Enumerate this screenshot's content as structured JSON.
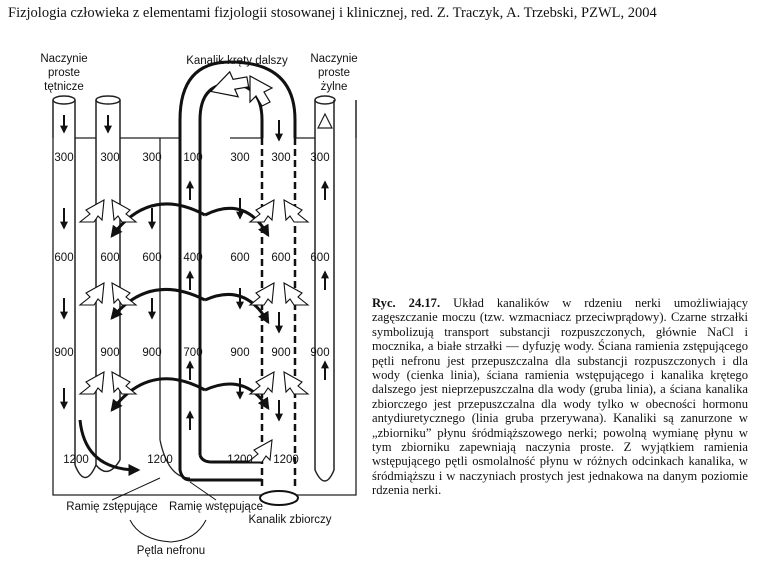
{
  "header": {
    "source": "Fizjologia człowieka z elementami fizjologii stosowanej i klinicznej, red. Z. Traczyk, A. Trzebski, PZWL, 2004"
  },
  "labels": {
    "artery": [
      "Naczynie",
      "proste",
      "tętnicze"
    ],
    "vein": [
      "Naczynie",
      "proste",
      "żylne"
    ],
    "distal_tubule": "Kanalik kręty dalszy",
    "descending_limb": "Ramię zstępujące",
    "ascending_limb": "Ramię wstępujące",
    "collecting_duct": "Kanalik zbiorczy",
    "loop": "Pętla nefronu"
  },
  "osmolality_rows": [
    [
      "300",
      "300",
      "300",
      "100",
      "300",
      "300",
      "300"
    ],
    [
      "600",
      "600",
      "600",
      "400",
      "600",
      "600",
      "600"
    ],
    [
      "900",
      "900",
      "900",
      "700",
      "900",
      "900",
      "900"
    ],
    [
      "1200",
      "",
      "1200",
      "",
      "1200",
      "1200",
      ""
    ]
  ],
  "caption": {
    "label": "Ryc. 24.17.",
    "text": "Układ kanalików w rdzeniu nerki umożliwiający zagęszczanie moczu (tzw. wzmacniacz przeciwprądowy). Czarne strzałki symbolizują transport substancji rozpuszczonych, głównie NaCl i mocznika, a białe strzałki — dyfuzję wody. Ściana ramienia zstępującego pętli nefronu jest przepuszczalna dla substancji rozpuszczonych i dla wody (cienka linia), ściana ramienia wstępującego i kanalika krętego dalszego jest nieprzepuszczalna dla wody (gruba linia), a ściana kanalika zbiorczego jest przepuszczalna dla wody tylko w obecności hormonu antydiuretycznego (linia gruba przerywana). Kanaliki są zanurzone w „zbiorniku” płynu śródmiąższowego nerki; powolną wymianę płynu w tym zbiorniku zapewniają naczynia proste. Z wyjątkiem ramienia wstępującego pętli osmolalność płynu w różnych odcinkach kanalika, w śródmiąższu i w naczyniach prostych jest jednakowa na danym poziomie rdzenia nerki."
  }
}
